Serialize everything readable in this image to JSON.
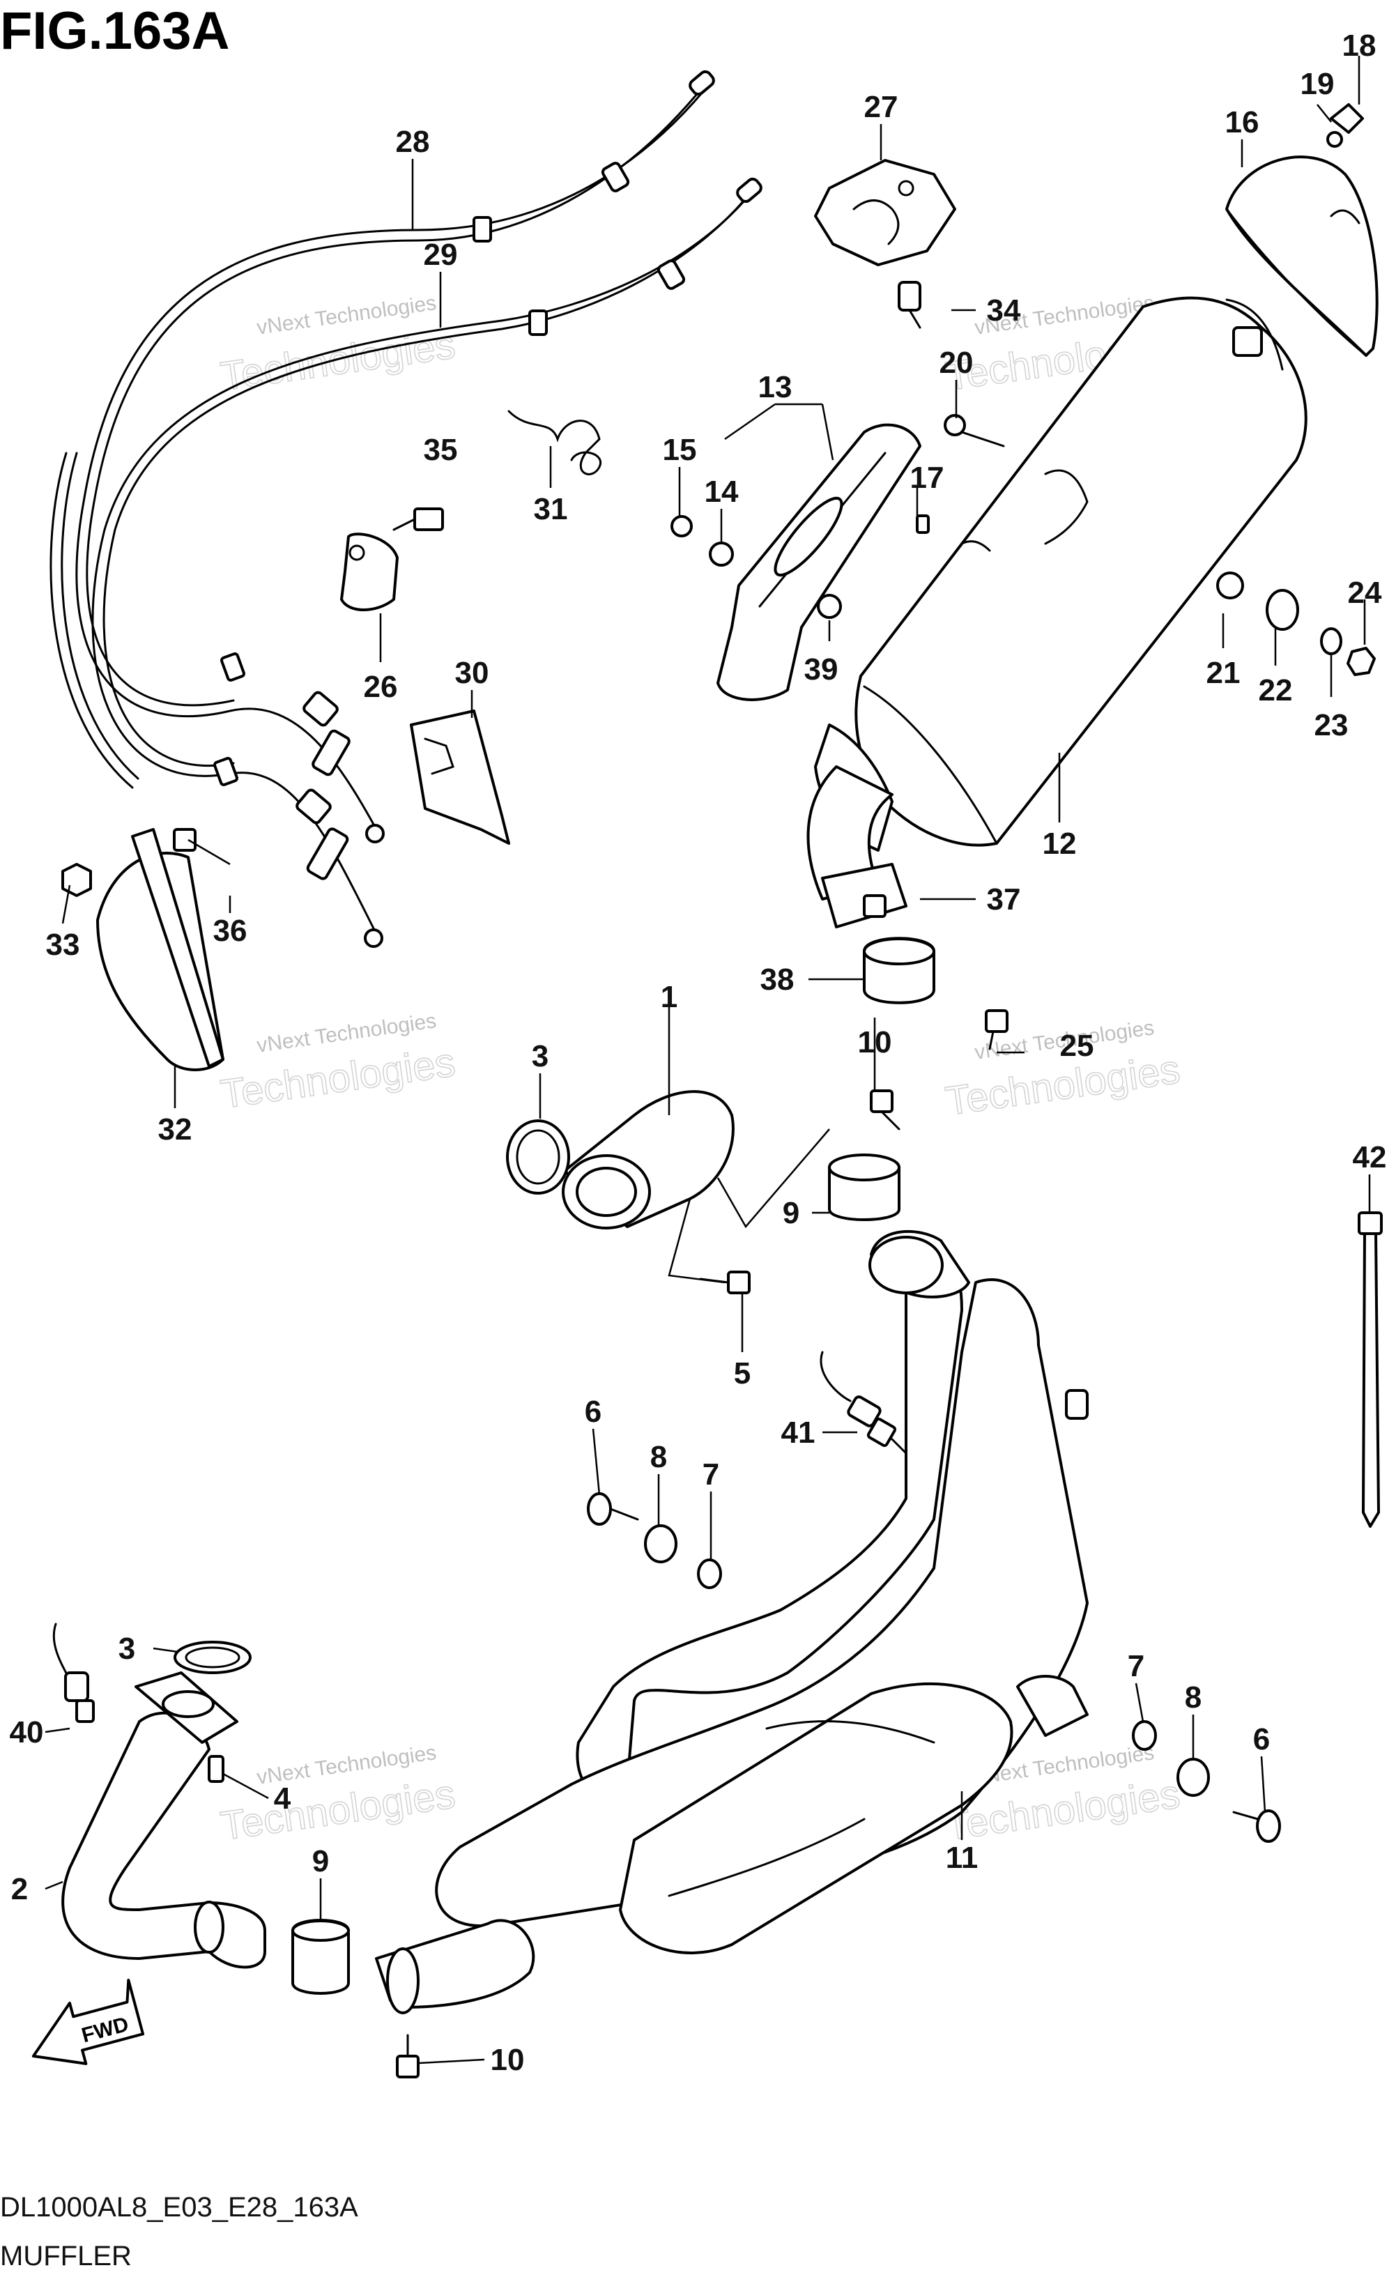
{
  "figure": {
    "title": "FIG.163A",
    "model_code": "DL1000AL8_E03_E28_163A",
    "section_name": "MUFFLER",
    "direction_label": "FWD"
  },
  "watermark": {
    "small": "vNext Technologies",
    "large": "Technologies"
  },
  "callouts": [
    "1",
    "2",
    "3",
    "3",
    "4",
    "5",
    "6",
    "6",
    "7",
    "7",
    "8",
    "8",
    "9",
    "9",
    "10",
    "10",
    "11",
    "12",
    "13",
    "14",
    "15",
    "16",
    "17",
    "18",
    "19",
    "20",
    "21",
    "22",
    "23",
    "24",
    "25",
    "26",
    "27",
    "28",
    "29",
    "30",
    "31",
    "32",
    "33",
    "34",
    "35",
    "36",
    "37",
    "38",
    "39",
    "40",
    "41",
    "42"
  ]
}
